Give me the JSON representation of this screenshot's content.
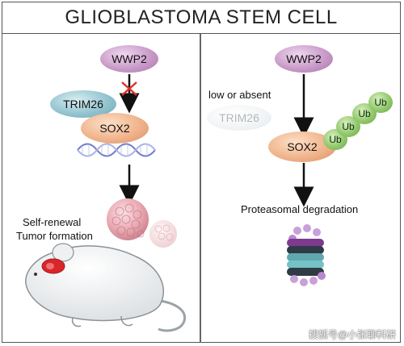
{
  "title": "GLIOBLASTOMA STEM CELL",
  "left": {
    "wwp2": "WWP2",
    "trim26": "TRIM26",
    "sox2": "SOX2",
    "outcome_line1": "Self-renewal",
    "outcome_line2": "Tumor formation"
  },
  "right": {
    "wwp2": "WWP2",
    "trim26_note": "low or absent",
    "trim26": "TRIM26",
    "sox2": "SOX2",
    "ub": [
      "Ub",
      "Ub",
      "Ub",
      "Ub"
    ],
    "outcome": "Proteasomal degradation"
  },
  "watermark": "搜狐号@小张聊科研"
}
